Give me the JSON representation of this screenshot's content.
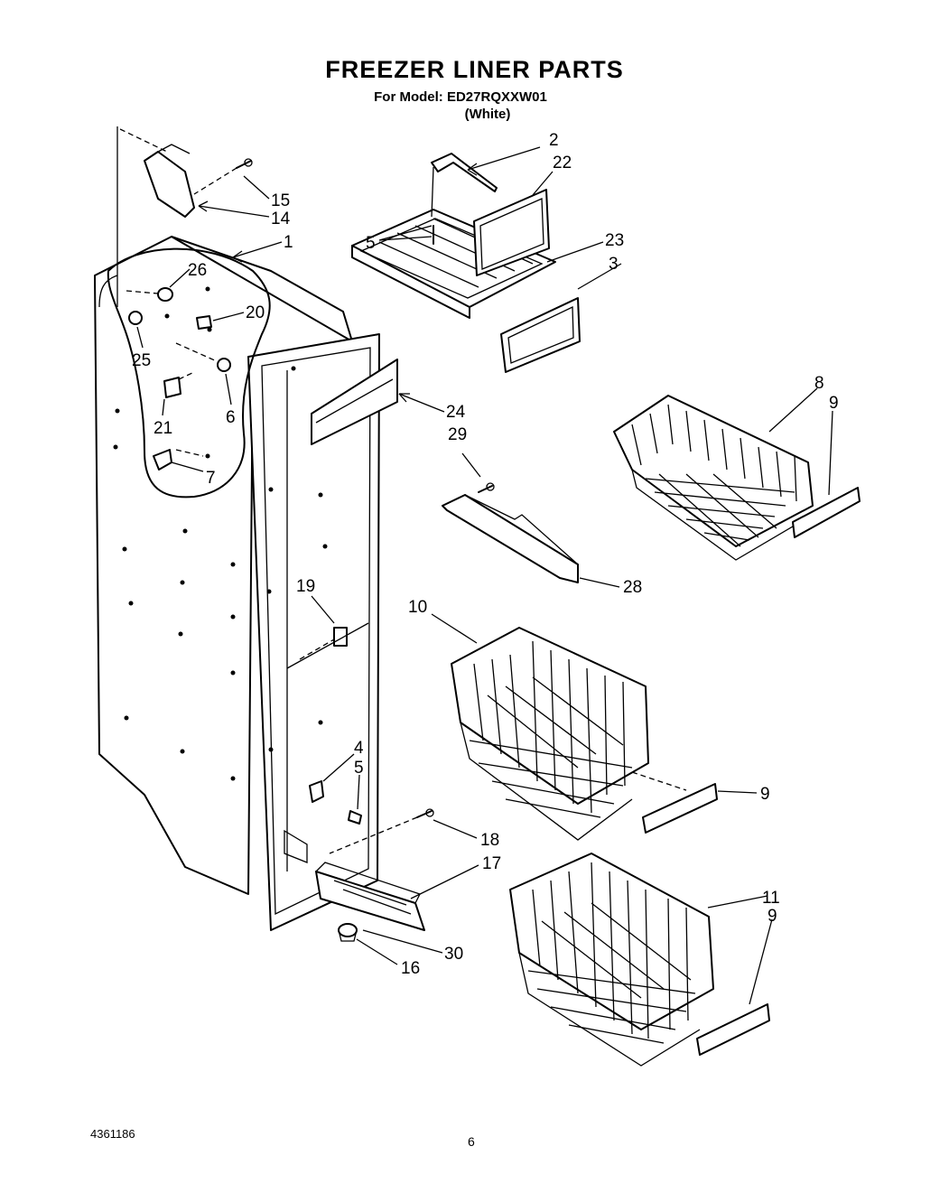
{
  "header": {
    "title": "FREEZER LINER PARTS",
    "model_line": "For Model: ED27RQXXW01",
    "color_line": "(White)"
  },
  "footer": {
    "doc_number": "4361186",
    "page_number": "6"
  },
  "callouts": {
    "c1": "1",
    "c2": "2",
    "c3": "3",
    "c4": "4",
    "c5a": "5",
    "c5b": "5",
    "c6": "6",
    "c7": "7",
    "c8": "8",
    "c9a": "9",
    "c9b": "9",
    "c9c": "9",
    "c10": "10",
    "c11": "11",
    "c14": "14",
    "c15": "15",
    "c16": "16",
    "c17": "17",
    "c18": "18",
    "c19": "19",
    "c20": "20",
    "c21": "21",
    "c22": "22",
    "c23": "23",
    "c24": "24",
    "c25": "25",
    "c26": "26",
    "c28": "28",
    "c29": "29",
    "c30": "30"
  }
}
